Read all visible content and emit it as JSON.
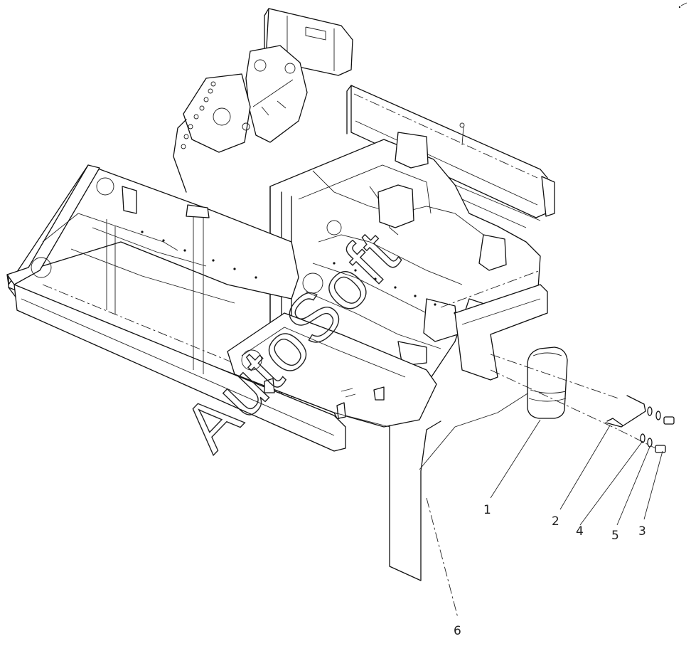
{
  "watermark": "AutoSoft",
  "callouts": [
    {
      "id": "c1",
      "label": "1"
    },
    {
      "id": "c2",
      "label": "2"
    },
    {
      "id": "c4",
      "label": "4"
    },
    {
      "id": "c5",
      "label": "5"
    },
    {
      "id": "c3",
      "label": "3"
    },
    {
      "id": "c6",
      "label": "6"
    }
  ]
}
